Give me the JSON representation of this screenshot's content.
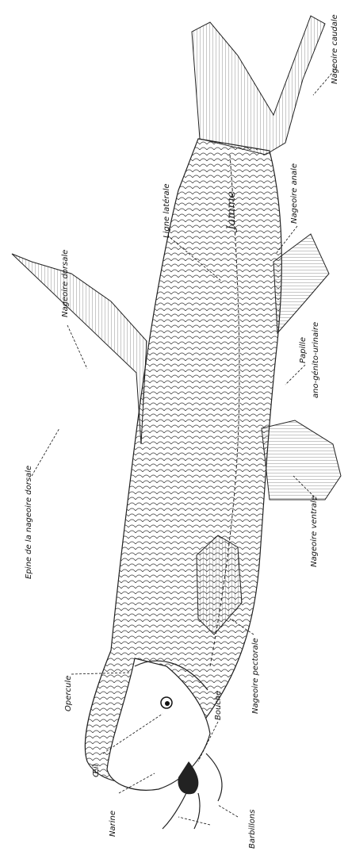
{
  "figure": {
    "labels": {
      "caudal_fin": "Nageoire caudale",
      "anal_fin": "Nageoire anale",
      "lateral_line": "Ligne latérale",
      "dorsal_fin": "Nageoire dorsale",
      "urogenital_papilla_1": "Papille",
      "urogenital_papilla_2": "ano-génito-urinaire",
      "dorsal_spine": "Epine de la nageoire dorsale",
      "ventral_fin": "Nageoire ventrale",
      "pectoral_fin": "Nageoire pectorale",
      "operculum": "Opercule",
      "mouth": "Bouche",
      "eye": "Œil",
      "nostril": "Narine",
      "barbels": "Barbillons"
    },
    "signature": "Jamme"
  }
}
